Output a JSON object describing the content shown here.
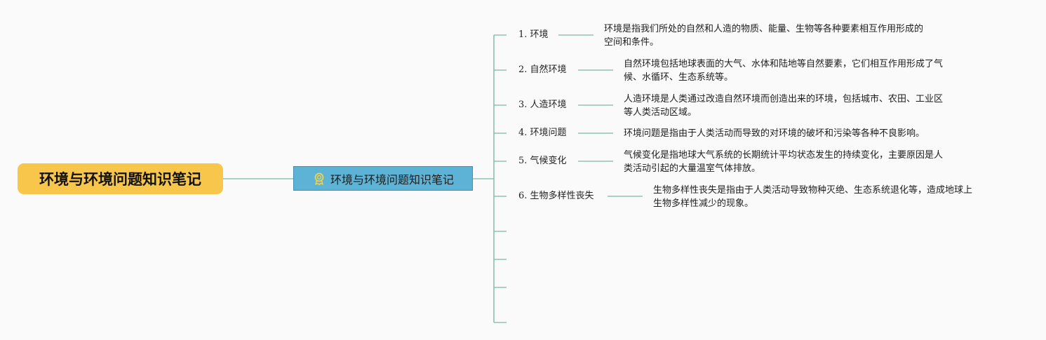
{
  "root": {
    "label": "环境与环境问题知识笔记"
  },
  "center": {
    "label": "环境与环境问题知识笔记",
    "icon": "award-ribbon-icon"
  },
  "branches": [
    {
      "label": "1. 环境",
      "desc": [
        "环境是指我们所处的自然和人造的物质、能量、生物等各种要素相互作用形成的",
        "空间和条件。"
      ]
    },
    {
      "label": "2. 自然环境",
      "desc": [
        "自然环境包括地球表面的大气、水体和陆地等自然要素，它们相互作用形成了气",
        "候、水循环、生态系统等。"
      ]
    },
    {
      "label": "3. 人造环境",
      "desc": [
        "人造环境是人类通过改造自然环境而创造出来的环境，包括城市、农田、工业区",
        "等人类活动区域。"
      ]
    },
    {
      "label": "4. 环境问题",
      "desc": [
        "环境问题是指由于人类活动而导致的对环境的破坏和污染等各种不良影响。"
      ]
    },
    {
      "label": "5. 气候变化",
      "desc": [
        "气候变化是指地球大气系统的长期统计平均状态发生的持续变化，主要原因是人",
        "类活动引起的大量温室气体排放。"
      ]
    },
    {
      "label": "6. 生物多样性丧失",
      "desc": [
        "生物多样性丧失是指由于人类活动导致物种灭绝、生态系统退化等，造成地球上",
        "生物多样性减少的现象。"
      ]
    }
  ],
  "colors": {
    "root": "#f7c64a",
    "center": "#5db3d6",
    "line": "#7fb7a8"
  }
}
